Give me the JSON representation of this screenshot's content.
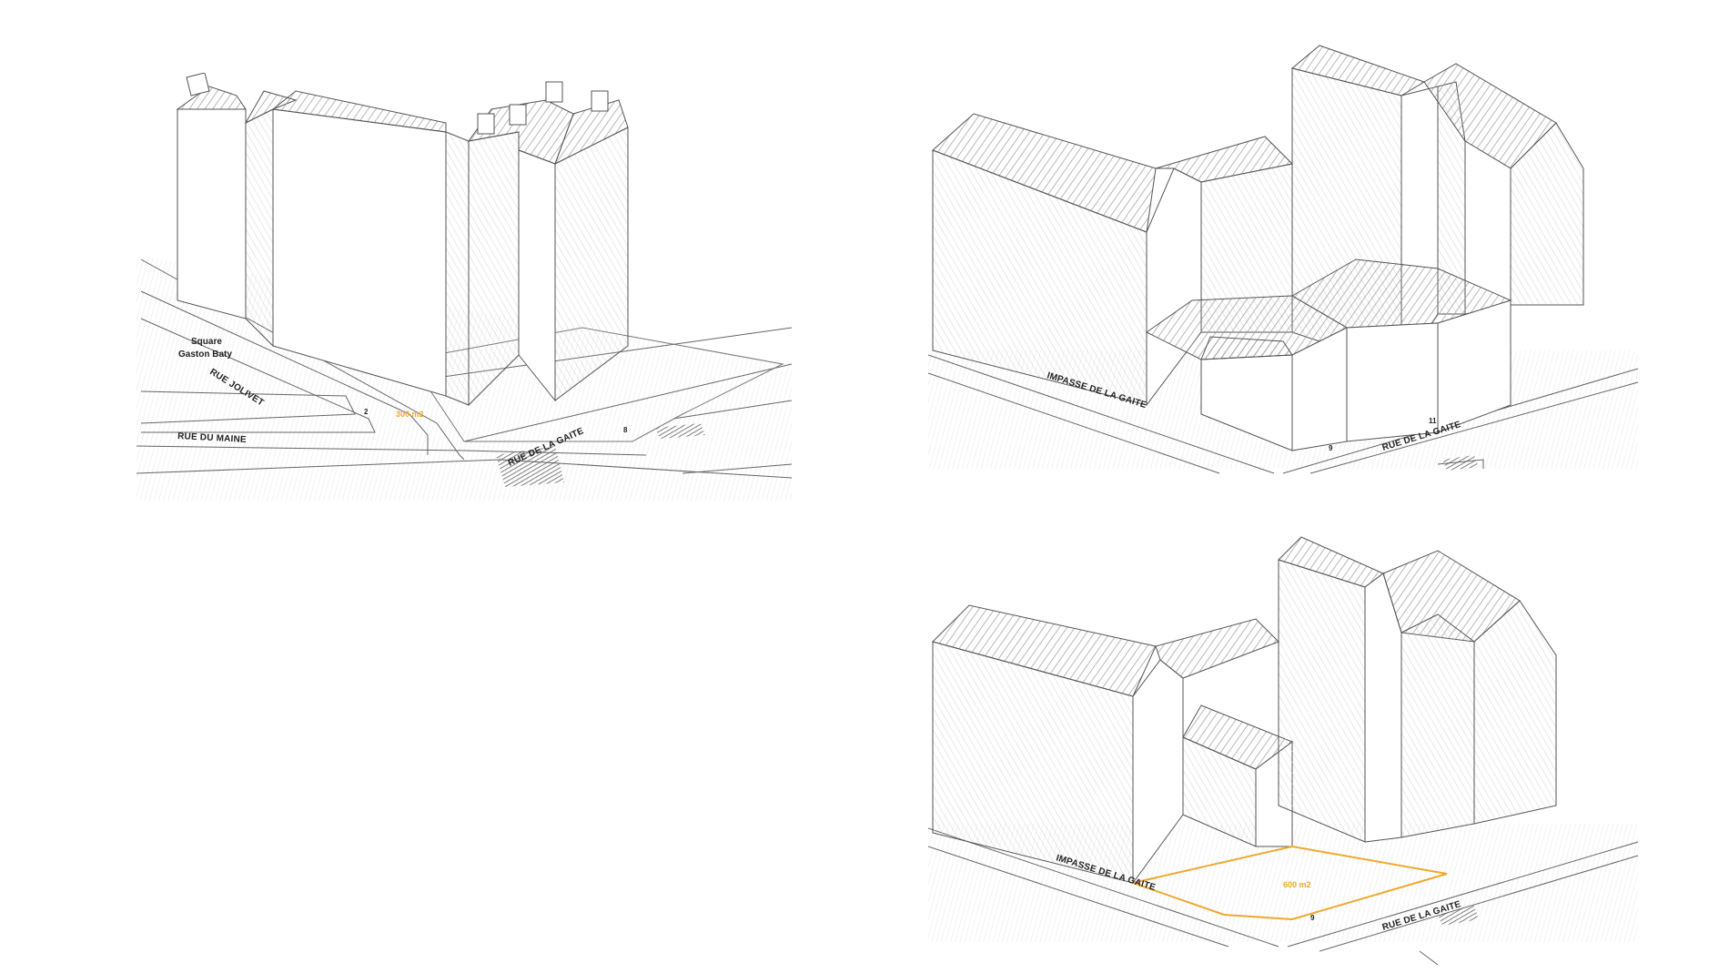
{
  "colors": {
    "line": "#666666",
    "hatch": "#b3b3b3",
    "highlight": "#f0a830",
    "text": "#222222"
  },
  "panel_top_left": {
    "area_label": "300 m2",
    "streets": {
      "jolivet": "RUE JOLIVET",
      "maine": "RUE DU MAINE",
      "gaite": "RUE DE LA GAITE"
    },
    "square": {
      "line1": "Square",
      "line2": "Gaston Baty"
    },
    "numbers": {
      "n2": "2",
      "n8": "8"
    }
  },
  "panel_top_right": {
    "streets": {
      "impasse": "IMPASSE DE LA GAITE",
      "gaite": "RUE DE LA GAITE"
    },
    "numbers": {
      "n9": "9",
      "n11": "11"
    }
  },
  "panel_bottom_right": {
    "area_label": "600 m2",
    "streets": {
      "impasse": "IMPASSE DE LA GAITE",
      "gaite": "RUE DE LA GAITE"
    },
    "numbers": {
      "n9": "9"
    }
  }
}
